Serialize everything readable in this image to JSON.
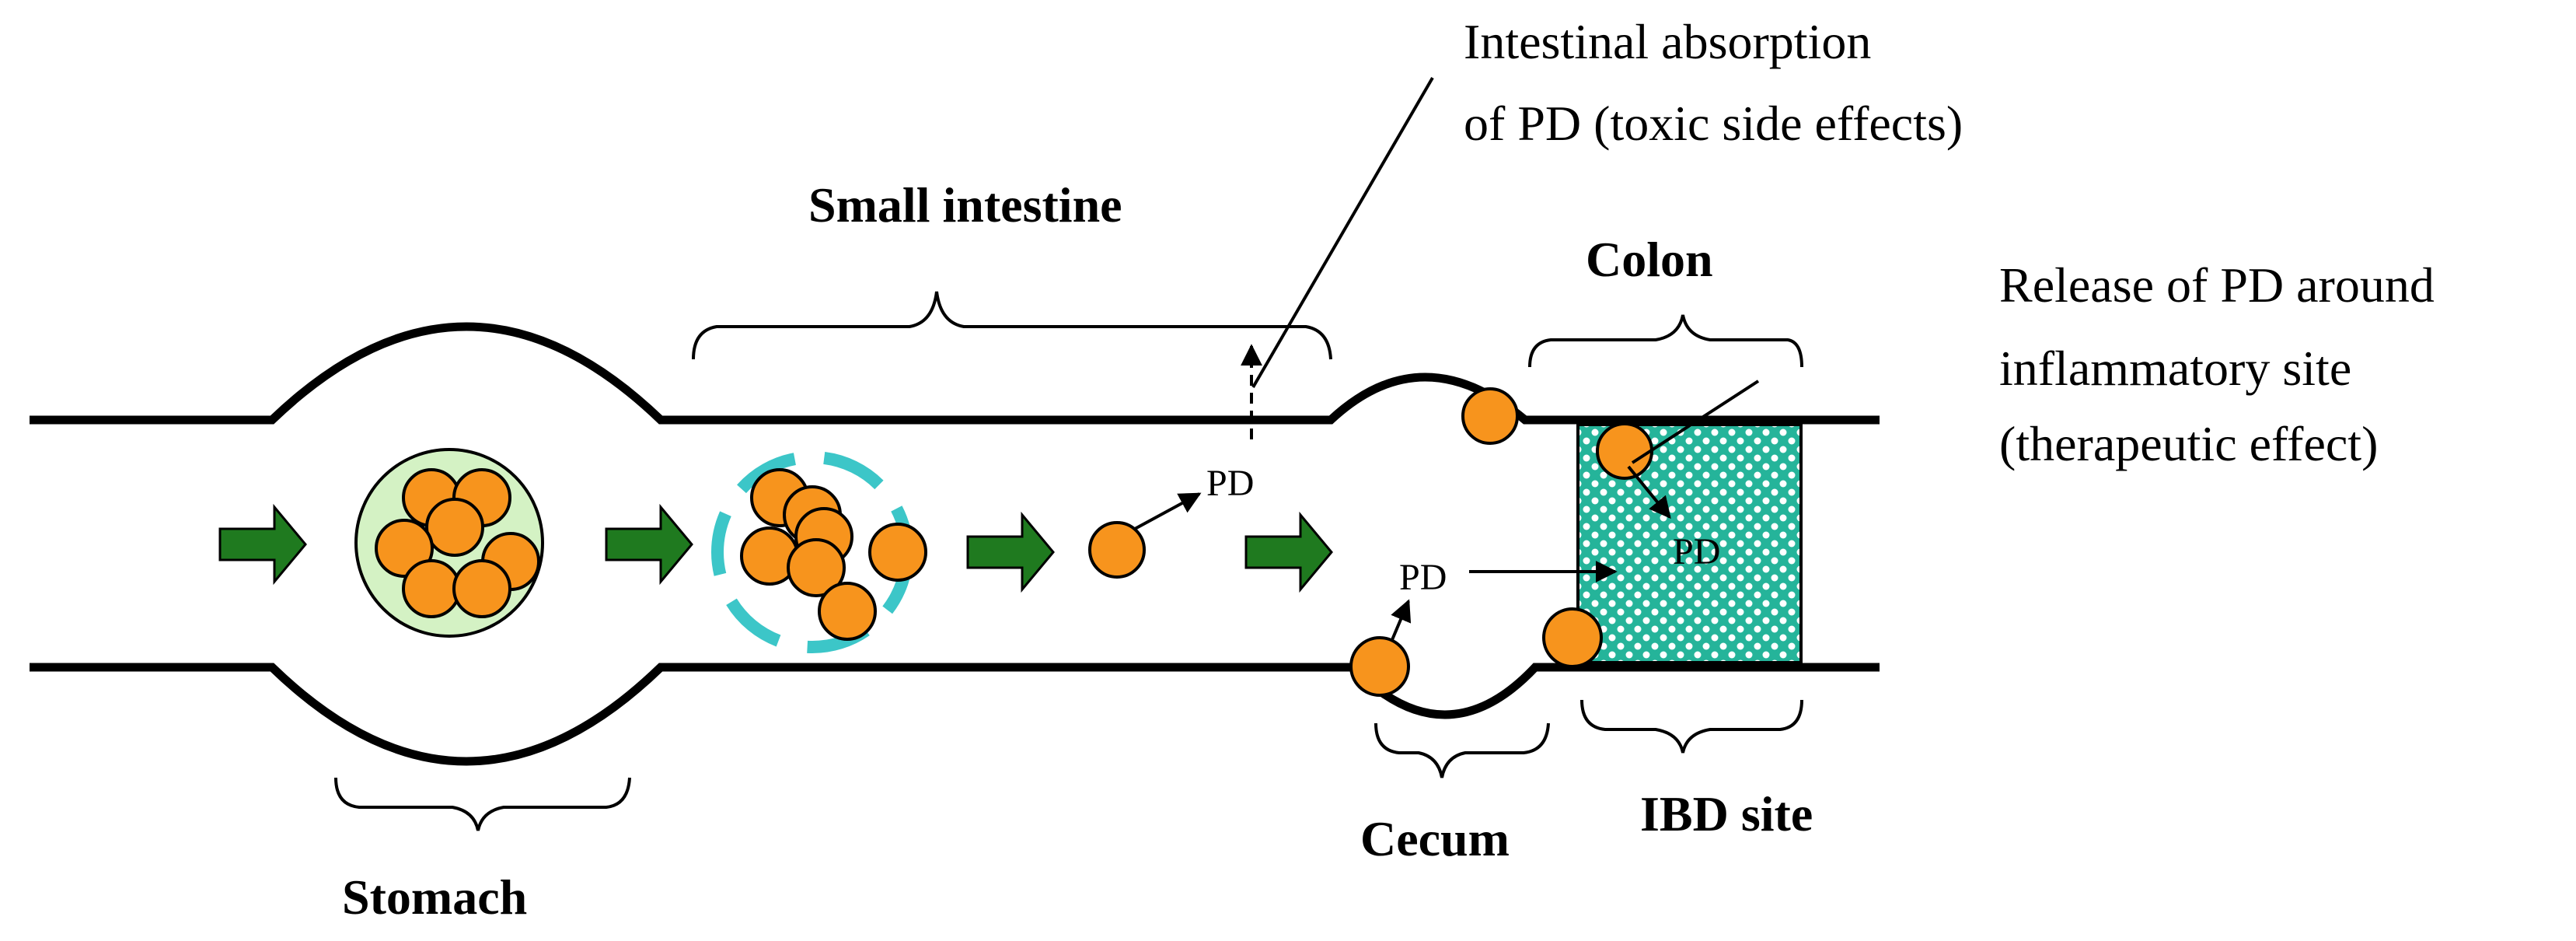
{
  "labels": {
    "small_intestine": "Small intestine",
    "colon": "Colon",
    "stomach": "Stomach",
    "cecum": "Cecum",
    "ibd_site": "IBD site",
    "absorption_line1": "Intestinal absorption",
    "absorption_line2": "of PD (toxic side effects)",
    "release_line1": "Release of PD around",
    "release_line2": "inflammatory site",
    "release_line3": "(therapeutic effect)",
    "pd_small_intestine": "PD",
    "pd_cecum": "PD",
    "pd_ibd": "PD"
  },
  "colors": {
    "particle_fill": "#f7941d",
    "stomach_capsule": "#d4f2c4",
    "coating_dash": "#3cc6c8",
    "flow_arrow": "#1f7a1f",
    "ibd_pattern": "#25b49a"
  },
  "icons": {
    "flow": "right-arrow-icon"
  }
}
